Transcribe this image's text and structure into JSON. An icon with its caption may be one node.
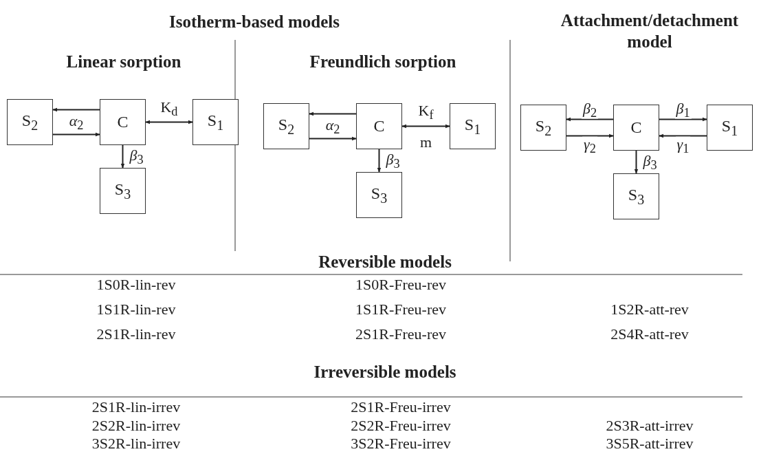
{
  "diagram": {
    "nodes": [
      {
        "text": [
          "S$_{2}$"
        ]
      },
      {
        "text": [
          "C"
        ]
      },
      {
        "text": [
          "S$_{1}$"
        ]
      },
      {
        "text": [
          "S$_{3}$"
        ]
      },
      {
        "text": [
          "S$_{2}$"
        ]
      },
      {
        "text": [
          "C"
        ]
      },
      {
        "text": [
          "S$_{1}$"
        ]
      },
      {
        "text": [
          "S$_{3}$"
        ]
      },
      {
        "text": [
          "S$_{2}$"
        ]
      },
      {
        "text": [
          "C"
        ]
      },
      {
        "text": [
          "S$_{1}$"
        ]
      },
      {
        "text": [
          "S$_{3}$"
        ]
      }
    ],
    "edges": [
      {
        "from": 1,
        "to": 0,
        "arrow": "to",
        "label": "*α*$_{2}$"
      },
      {
        "from": 0,
        "to": 1,
        "arrow": "to"
      },
      {
        "from": 1,
        "to": 2,
        "arrow": "both",
        "label": "K$_{d}$"
      },
      {
        "from": 1,
        "to": 3,
        "arrow": "to",
        "label": "*β*$_{3}$"
      },
      {
        "from": 5,
        "to": 4,
        "arrow": "to",
        "label": "*α*$_{2}$"
      },
      {
        "from": 4,
        "to": 5,
        "arrow": "to"
      },
      {
        "from": 5,
        "to": 6,
        "arrow": "both",
        "label": "K$_{f}$ m"
      },
      {
        "from": 5,
        "to": 7,
        "arrow": "to",
        "label": "*β*$_{3}$"
      },
      {
        "from": 9,
        "to": 8,
        "arrow": "to",
        "label": "*β*$_{2}$"
      },
      {
        "from": 8,
        "to": 9,
        "arrow": "to",
        "label": "*γ*$_{2}$"
      },
      {
        "from": 9,
        "to": 10,
        "arrow": "to",
        "label": "*β*$_{1}$"
      },
      {
        "from": 10,
        "to": 9,
        "arrow": "to",
        "label": "*γ*$_{1}$"
      },
      {
        "from": 9,
        "to": 11,
        "arrow": "to",
        "label": "*β*$_{3}$"
      }
    ],
    "labels": [
      "Isotherm-based models",
      "Attachment/detachment model",
      "Linear sorption",
      "Freundlich sorption",
      "Reversible models",
      "1S0R-lin-rev",
      "1S0R-Freu-rev",
      "1S1R-lin-rev",
      "1S1R-Freu-rev",
      "1S2R-att-rev",
      "2S1R-lin-rev",
      "2S1R-Freu-rev",
      "2S4R-att-rev",
      "Irreversible models",
      "2S1R-lin-irrev",
      "2S1R-Freu-irrev",
      "2S2R-lin-irrev",
      "2S2R-Freu-irrev",
      "2S3R-att-irrev",
      "3S2R-lin-irrev",
      "3S2R-Freu-irrev",
      "3S5R-att-irrev"
    ]
  }
}
